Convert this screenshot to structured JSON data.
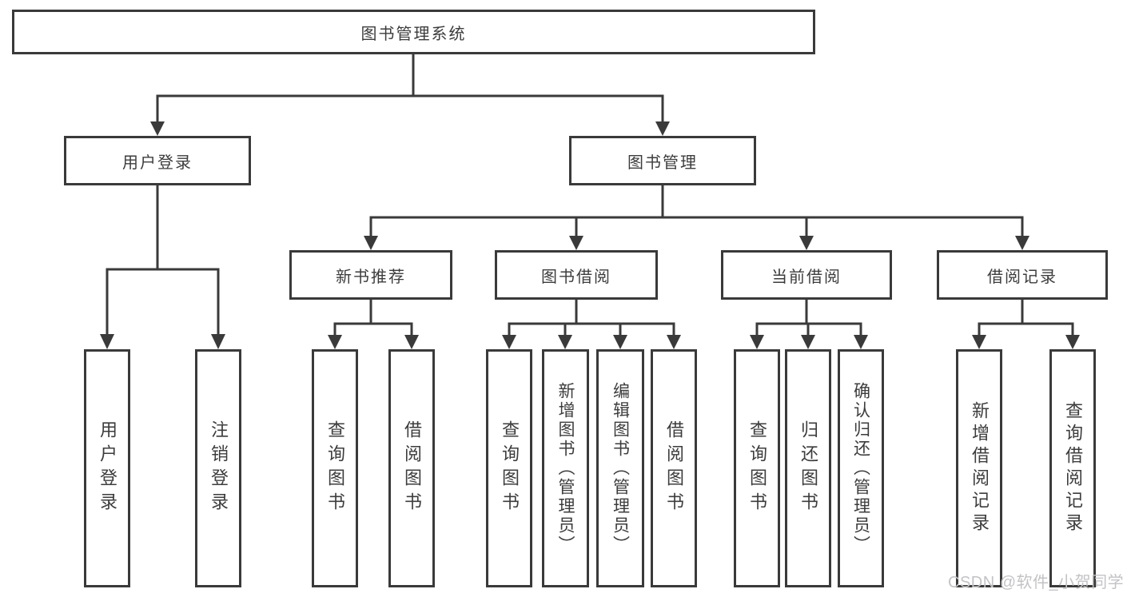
{
  "tree": {
    "label": "图书管理系统",
    "children": [
      {
        "label": "用户登录",
        "children": [
          {
            "label": "用户登录"
          },
          {
            "label": "注销登录"
          }
        ]
      },
      {
        "label": "图书管理",
        "children": [
          {
            "label": "新书推荐",
            "children": [
              {
                "label": "查询图书"
              },
              {
                "label": "借阅图书"
              }
            ]
          },
          {
            "label": "图书借阅",
            "children": [
              {
                "label": "查询图书"
              },
              {
                "label": "新增图书（管理员）"
              },
              {
                "label": "编辑图书（管理员）"
              },
              {
                "label": "借阅图书"
              }
            ]
          },
          {
            "label": "当前借阅",
            "children": [
              {
                "label": "查询图书"
              },
              {
                "label": "归还图书"
              },
              {
                "label": "确认归还（管理员）"
              }
            ]
          },
          {
            "label": "借阅记录",
            "children": [
              {
                "label": "新增借阅记录"
              },
              {
                "label": "查询借阅记录"
              }
            ]
          }
        ]
      }
    ]
  },
  "watermark": {
    "text": "CSDN @软件_小贺同学"
  },
  "colors": {
    "line": "#3a3a3a",
    "box_border": "#3a3a3a",
    "box_bg": "#ffffff",
    "text": "#3c3c3c",
    "watermark": "#c3c3c6"
  }
}
